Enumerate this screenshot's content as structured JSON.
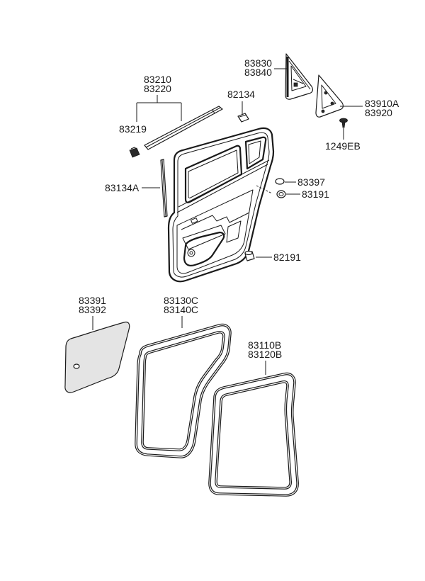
{
  "callouts": {
    "delta_cover": {
      "line1": "83830",
      "line2": "83840"
    },
    "belt_molding": {
      "line1": "83210",
      "line2": "83220"
    },
    "clip_82134": "82134",
    "rear_delta": {
      "line1": "83910A",
      "line2": "83920"
    },
    "clip_83219": "83219",
    "screw": "1249EB",
    "plug_83397": "83397",
    "channel": "83134A",
    "plug_83191": "83191",
    "bumper": "82191",
    "sealing_sheet": {
      "line1": "83391",
      "line2": "83392"
    },
    "body_weatherstrip": {
      "line1": "83130C",
      "line2": "83140C"
    },
    "door_weatherstrip": {
      "line1": "83110B",
      "line2": "83120B"
    }
  },
  "colors": {
    "line": "#1a1a1a",
    "background": "#ffffff",
    "sheet_fill": "#e4e4e4"
  }
}
